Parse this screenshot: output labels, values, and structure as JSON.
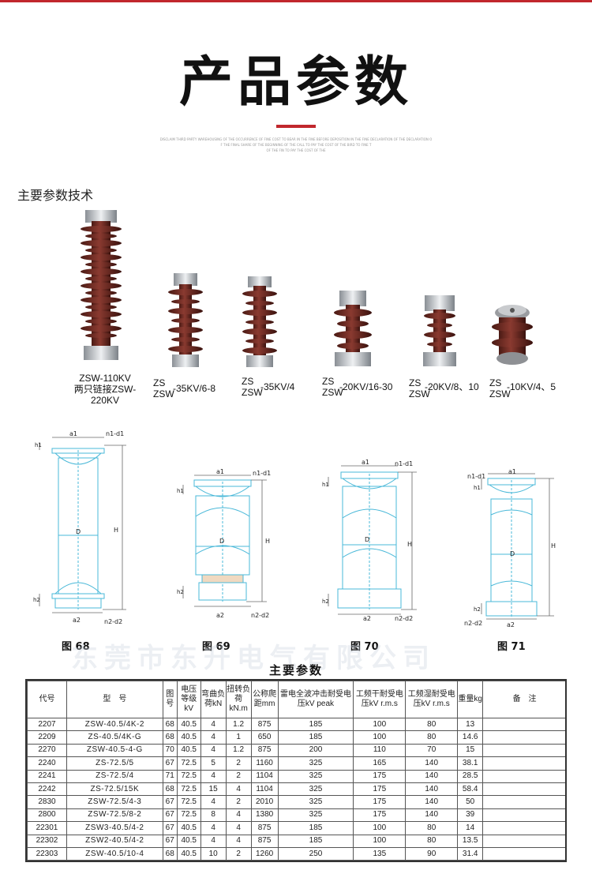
{
  "header": {
    "title": "产品参数",
    "fine_print": [
      "DISCLAIM THIRD PARTY WAREHOUSING OF THE OCCURRENCE OF FINE COST TO BEAR IN THE FINE BEFORE DEPOSITION IN THE FINE DECLARATION OF THE DECLARATION O",
      "F THE FINAL SHARE OF THE BEGINNING OF THE CALL TO PAY THE COST OF THE BIRD TO FINE T",
      "OF THE FIN TO PAY THE COST OF THE"
    ]
  },
  "section_label": "主要参数技术",
  "photos": [
    {
      "line1": "ZSW-110KV",
      "line2": "两只链接ZSW-220KV"
    },
    {
      "top": "ZS",
      "bottom": "ZSW",
      "suffix": "-35KV/6-8"
    },
    {
      "top": "ZS",
      "bottom": "ZSW",
      "suffix": "-35KV/4"
    },
    {
      "top": "ZS",
      "bottom": "ZSW",
      "suffix": "-20KV/16-30"
    },
    {
      "top": "ZS",
      "bottom": "ZSW",
      "suffix": "-20KV/8、10"
    },
    {
      "top": "ZS",
      "bottom": "ZSW",
      "suffix": "-10KV/4、5"
    }
  ],
  "figures": [
    {
      "label": "图 68",
      "a1": "a1",
      "n1d1": "n1-d1",
      "h1": "h1",
      "D": "D",
      "H": "H",
      "h2": "h2",
      "a2": "a2",
      "n2d2": "n2-d2"
    },
    {
      "label": "图 69",
      "a1": "a1",
      "n1d1": "n1-d1",
      "h1": "h1",
      "D": "D",
      "H": "H",
      "h2": "h2",
      "a2": "a2",
      "n2d2": "n2-d2"
    },
    {
      "label": "图 70",
      "a1": "a1",
      "n1d1": "n1-d1",
      "h1": "h1",
      "D": "D",
      "H": "H",
      "h2": "h2",
      "a2": "a2",
      "n2d2": "n2-d2"
    },
    {
      "label": "图 71",
      "a1": "a1",
      "n1d1": "n1-d1",
      "h1": "h1",
      "D": "D",
      "H": "H",
      "h2": "h2",
      "a2": "a2",
      "n2d2": "n2-d2"
    }
  ],
  "watermark": "东莞市东升电气有限公司",
  "table": {
    "title": "主要参数",
    "headers": [
      "代号",
      "型　号",
      "图号",
      "电压等级kV",
      "弯曲负荷kN",
      "扭转负荷kN.m",
      "公称爬距mm",
      "雷电全波冲击耐受电压kV peak",
      "工频干耐受电压kV r.m.s",
      "工频湿耐受电压kV r.m.s",
      "重量kg",
      "备　注"
    ],
    "rows": [
      [
        "2207",
        "ZSW-40.5/4K-2",
        "68",
        "40.5",
        "4",
        "1.2",
        "875",
        "185",
        "100",
        "80",
        "13",
        ""
      ],
      [
        "2209",
        "ZS-40.5/4K-G",
        "68",
        "40.5",
        "4",
        "1",
        "650",
        "185",
        "100",
        "80",
        "14.6",
        ""
      ],
      [
        "2270",
        "ZSW-40.5-4-G",
        "70",
        "40.5",
        "4",
        "1.2",
        "875",
        "200",
        "110",
        "70",
        "15",
        ""
      ],
      [
        "2240",
        "ZS-72.5/5",
        "67",
        "72.5",
        "5",
        "2",
        "1160",
        "325",
        "165",
        "140",
        "38.1",
        ""
      ],
      [
        "2241",
        "ZS-72.5/4",
        "71",
        "72.5",
        "4",
        "2",
        "1104",
        "325",
        "175",
        "140",
        "28.5",
        ""
      ],
      [
        "2242",
        "ZS-72.5/15K",
        "68",
        "72.5",
        "15",
        "4",
        "1104",
        "325",
        "175",
        "140",
        "58.4",
        ""
      ],
      [
        "2830",
        "ZSW-72.5/4-3",
        "67",
        "72.5",
        "4",
        "2",
        "2010",
        "325",
        "175",
        "140",
        "50",
        ""
      ],
      [
        "2800",
        "ZSW-72.5/8-2",
        "67",
        "72.5",
        "8",
        "4",
        "1380",
        "325",
        "175",
        "140",
        "39",
        ""
      ],
      [
        "22301",
        "ZSW3-40.5/4-2",
        "67",
        "40.5",
        "4",
        "4",
        "875",
        "185",
        "100",
        "80",
        "14",
        ""
      ],
      [
        "22302",
        "ZSW2-40.5/4-2",
        "67",
        "40.5",
        "4",
        "4",
        "875",
        "185",
        "100",
        "80",
        "13.5",
        ""
      ],
      [
        "22303",
        "ZSW-40.5/10-4",
        "68",
        "40.5",
        "10",
        "2",
        "1260",
        "250",
        "135",
        "90",
        "31.4",
        ""
      ]
    ]
  },
  "colors": {
    "accent": "#c1272d",
    "porcelain": "#6b2a22",
    "drawing_line": "#49b8d8"
  }
}
